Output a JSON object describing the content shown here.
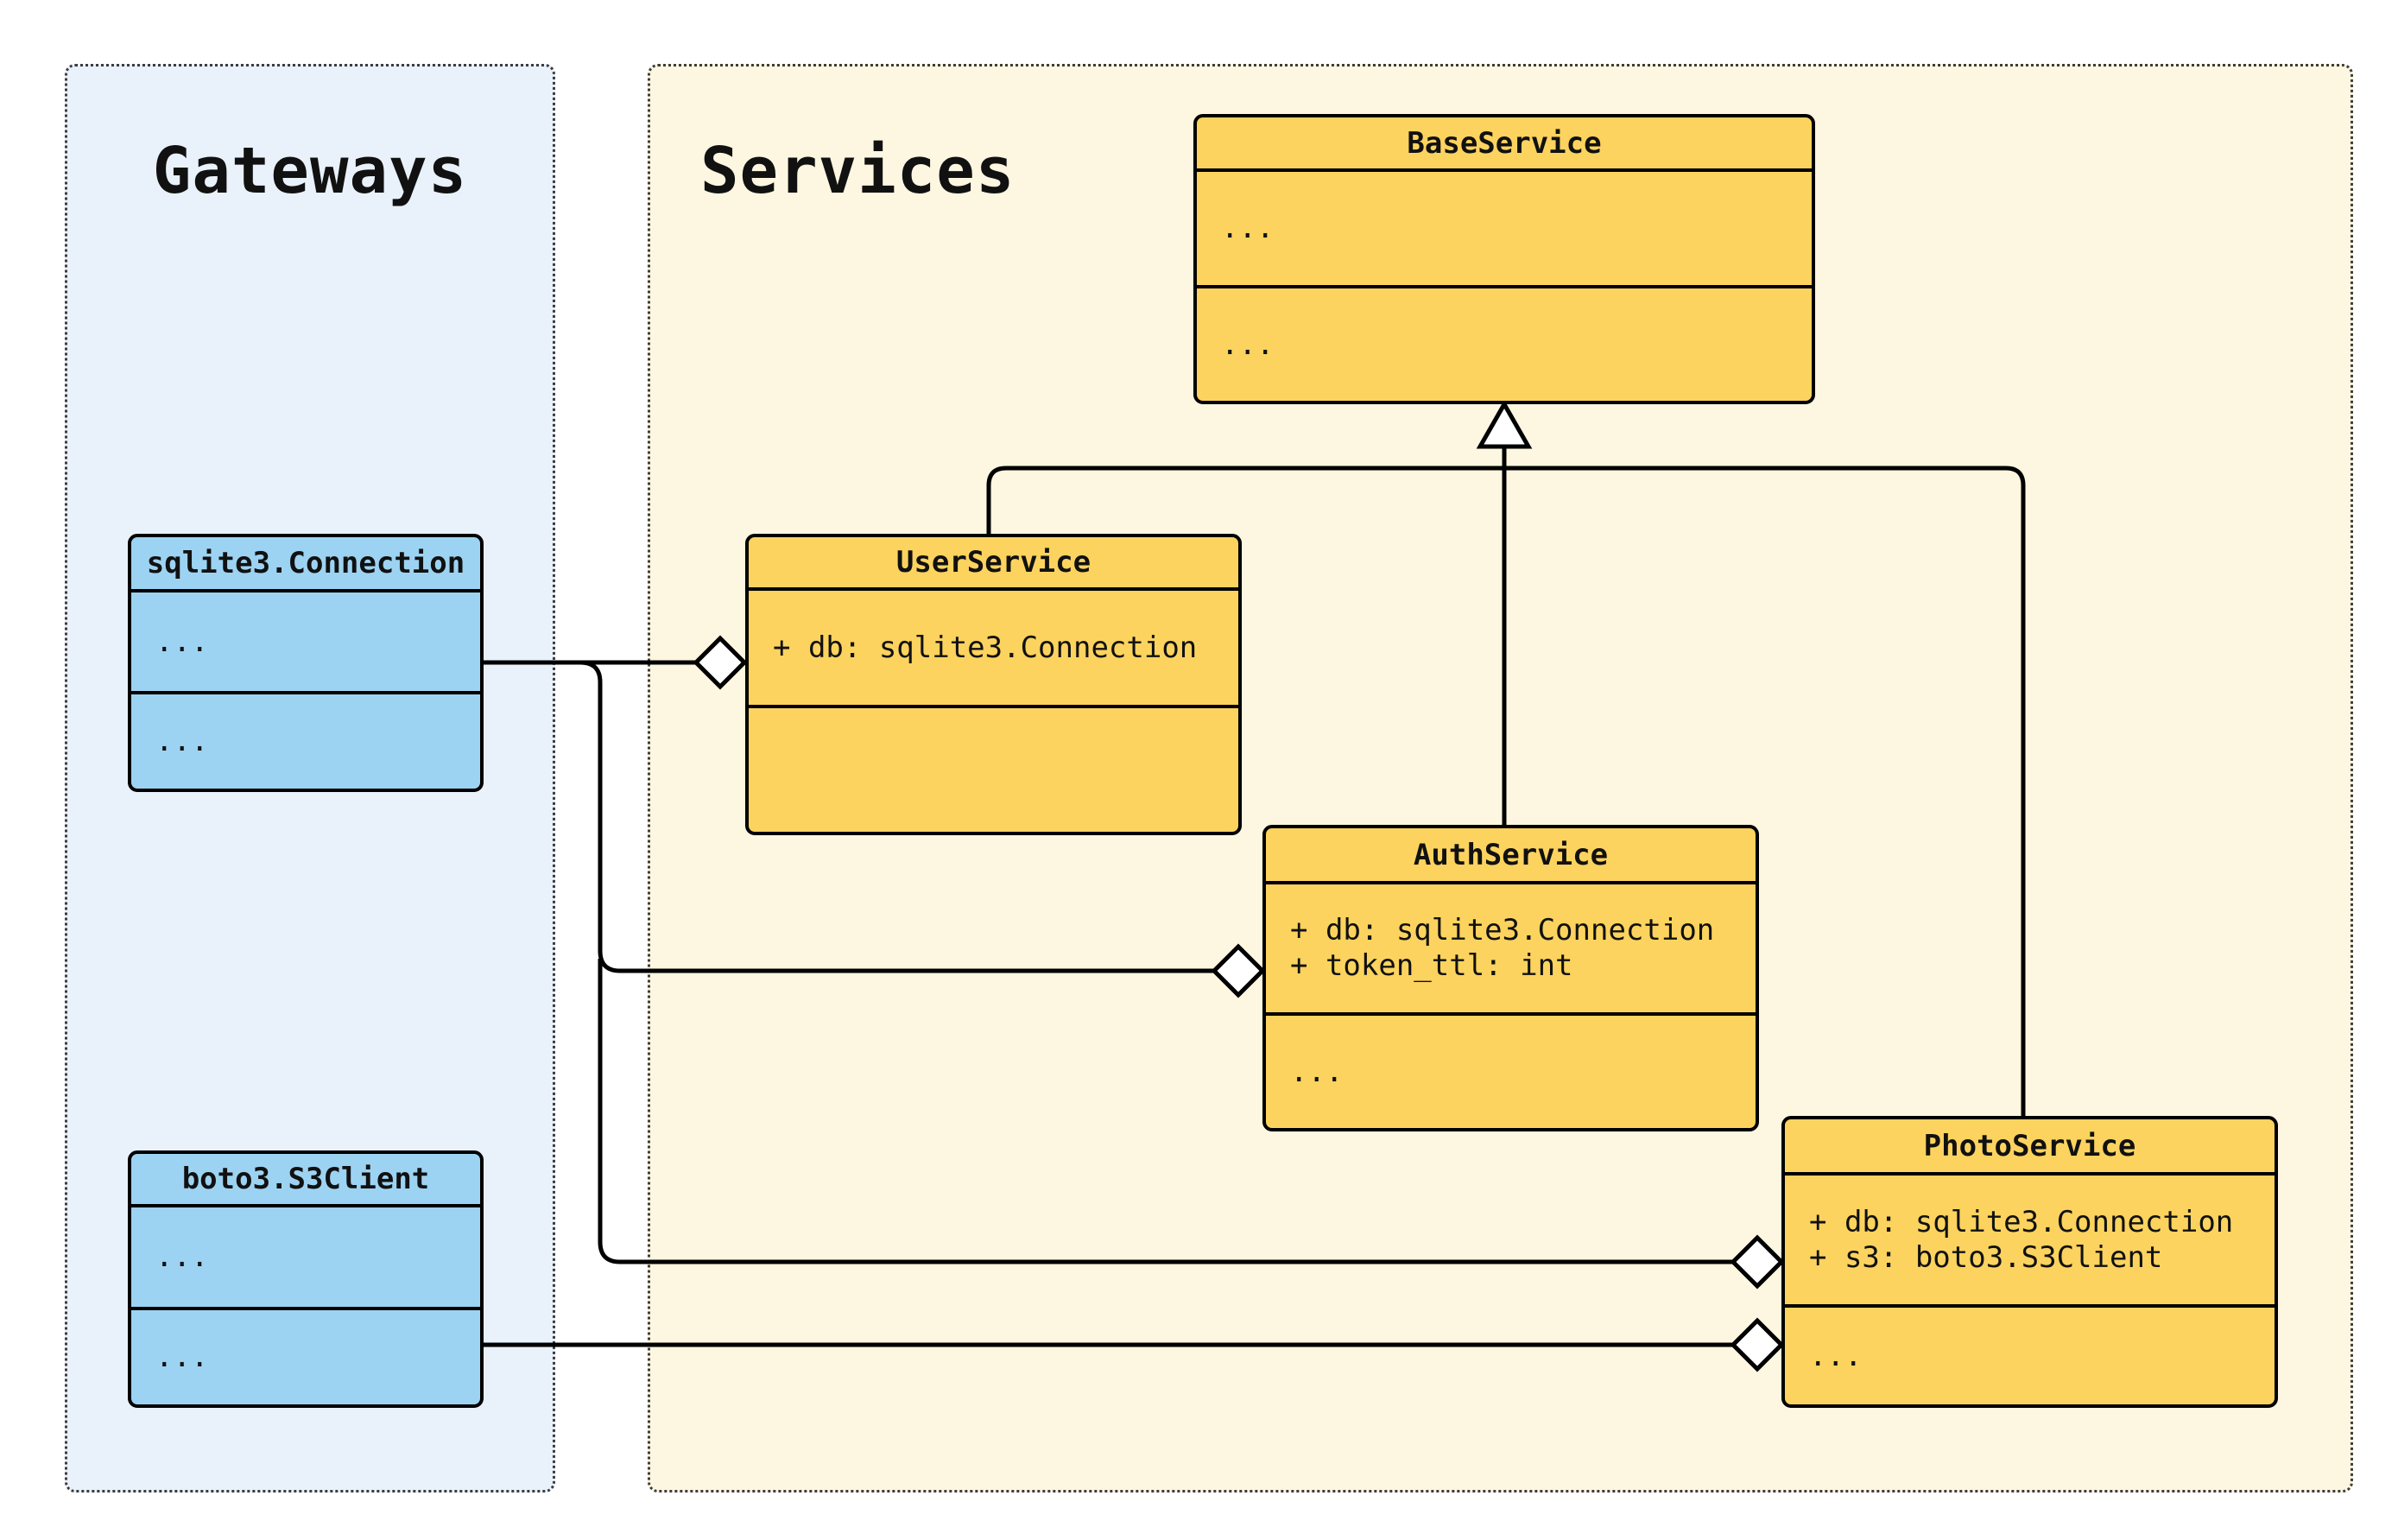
{
  "diagram": {
    "kind": "uml-class-diagram",
    "panels": [
      {
        "title": "Gateways",
        "fill": "#e9f1fb"
      },
      {
        "title": "Services",
        "fill": "#fdf6e0"
      }
    ],
    "classes": [
      {
        "name": "sqlite3.Connection",
        "panel": "Gateways",
        "fill": "#9dd3f2",
        "attributes": [
          "..."
        ],
        "methods": [
          "..."
        ]
      },
      {
        "name": "boto3.S3Client",
        "panel": "Gateways",
        "fill": "#9dd3f2",
        "attributes": [
          "..."
        ],
        "methods": [
          "..."
        ]
      },
      {
        "name": "BaseService",
        "panel": "Services",
        "fill": "#fcd35e",
        "attributes": [
          "..."
        ],
        "methods": [
          "..."
        ]
      },
      {
        "name": "UserService",
        "panel": "Services",
        "fill": "#fcd35e",
        "attributes": [
          "+ db: sqlite3.Connection"
        ],
        "methods": []
      },
      {
        "name": "AuthService",
        "panel": "Services",
        "fill": "#fcd35e",
        "attributes": [
          "+ db: sqlite3.Connection",
          "+ token_ttl: int"
        ],
        "methods": [
          "..."
        ]
      },
      {
        "name": "PhotoService",
        "panel": "Services",
        "fill": "#fcd35e",
        "attributes": [
          "+ db: sqlite3.Connection",
          "+ s3: boto3.S3Client"
        ],
        "methods": [
          "..."
        ]
      }
    ],
    "relationships": [
      {
        "type": "inheritance",
        "child": "UserService",
        "parent": "BaseService",
        "marker": "hollow-triangle"
      },
      {
        "type": "inheritance",
        "child": "AuthService",
        "parent": "BaseService",
        "marker": "hollow-triangle"
      },
      {
        "type": "inheritance",
        "child": "PhotoService",
        "parent": "BaseService",
        "marker": "hollow-triangle"
      },
      {
        "type": "aggregation",
        "part": "sqlite3.Connection",
        "whole": "UserService",
        "marker": "hollow-diamond"
      },
      {
        "type": "aggregation",
        "part": "sqlite3.Connection",
        "whole": "AuthService",
        "marker": "hollow-diamond"
      },
      {
        "type": "aggregation",
        "part": "sqlite3.Connection",
        "whole": "PhotoService",
        "marker": "hollow-diamond"
      },
      {
        "type": "aggregation",
        "part": "boto3.S3Client",
        "whole": "PhotoService",
        "marker": "hollow-diamond"
      }
    ],
    "colors": {
      "stroke": "#000000",
      "gateway_box_fill": "#9dd3f2",
      "service_box_fill": "#fcd35e",
      "gateways_panel_fill": "#e9f1fb",
      "services_panel_fill": "#fdf6e0",
      "background": "#ffffff"
    }
  }
}
